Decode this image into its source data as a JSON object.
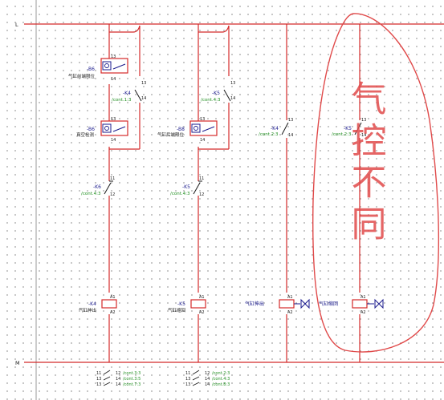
{
  "rails": {
    "top": "L",
    "bottom": "M"
  },
  "columns": [
    {
      "sensors": [
        {
          "tag": "-B6",
          "label": "气缸前端限位",
          "pin_top": "13",
          "pin_bot": "14"
        },
        {
          "tag": "-B6",
          "label": "真空检测",
          "pin_top": "13",
          "pin_bot": "14"
        }
      ],
      "nc_contact": {
        "tag": "-K4",
        "ref": "/cont.1:3",
        "pin_top": "13",
        "pin_bot": "14"
      },
      "interlock": {
        "tag": "-K6",
        "ref": "/cont.4:3",
        "pin_top": "11",
        "pin_bot": "12"
      },
      "coil": {
        "tag": "-K4",
        "label": "气缸伸出",
        "pin_top": "A1",
        "pin_bot": "A2"
      },
      "contacts_table": [
        {
          "pin_a": "11",
          "pin_b": "12",
          "ref": "/cont.3:3"
        },
        {
          "pin_a": "13",
          "pin_b": "14",
          "ref": "/cont.3:5"
        },
        {
          "pin_a": "13",
          "pin_b": "14",
          "ref": "/cont.7:3"
        }
      ]
    },
    {
      "sensors": [
        {
          "tag": "-B8",
          "label": "气缸后端限位",
          "pin_top": "13",
          "pin_bot": "14"
        }
      ],
      "nc_contact": {
        "tag": "-K5",
        "ref": "/cont.4:3",
        "pin_top": "13",
        "pin_bot": "14"
      },
      "interlock": {
        "tag": "-K5",
        "ref": "/cont.4:3",
        "pin_top": "11",
        "pin_bot": "12"
      },
      "coil": {
        "tag": "-K5",
        "label": "气缸缩回",
        "pin_top": "A1",
        "pin_bot": "A2"
      },
      "contacts_table": [
        {
          "pin_a": "11",
          "pin_b": "12",
          "ref": "/cont.2:3"
        },
        {
          "pin_a": "13",
          "pin_b": "14",
          "ref": "/cont.4:3"
        },
        {
          "pin_a": "13",
          "pin_b": "14",
          "ref": "/cont.8:3"
        }
      ]
    },
    {
      "contact": {
        "tag": "-K4",
        "ref": "/cont.2:3",
        "pin_top": "13",
        "pin_bot": "14"
      },
      "valve": {
        "label": "气缸伸出",
        "pin_top": "A1",
        "pin_bot": "A2"
      }
    },
    {
      "contact": {
        "tag": "-K5",
        "ref": "/cont.2:3",
        "pin_top": "13",
        "pin_bot": "14"
      },
      "valve": {
        "label": "气缸缩回",
        "pin_top": "A1",
        "pin_bot": "A2"
      }
    }
  ],
  "handwritten_note": "气控不同",
  "colors": {
    "wire": "#d42a2a",
    "tag": "#1a1a8c",
    "ref": "#1f8f1f",
    "label": "#1a1a1a",
    "handwriting": "#e04a4a"
  }
}
